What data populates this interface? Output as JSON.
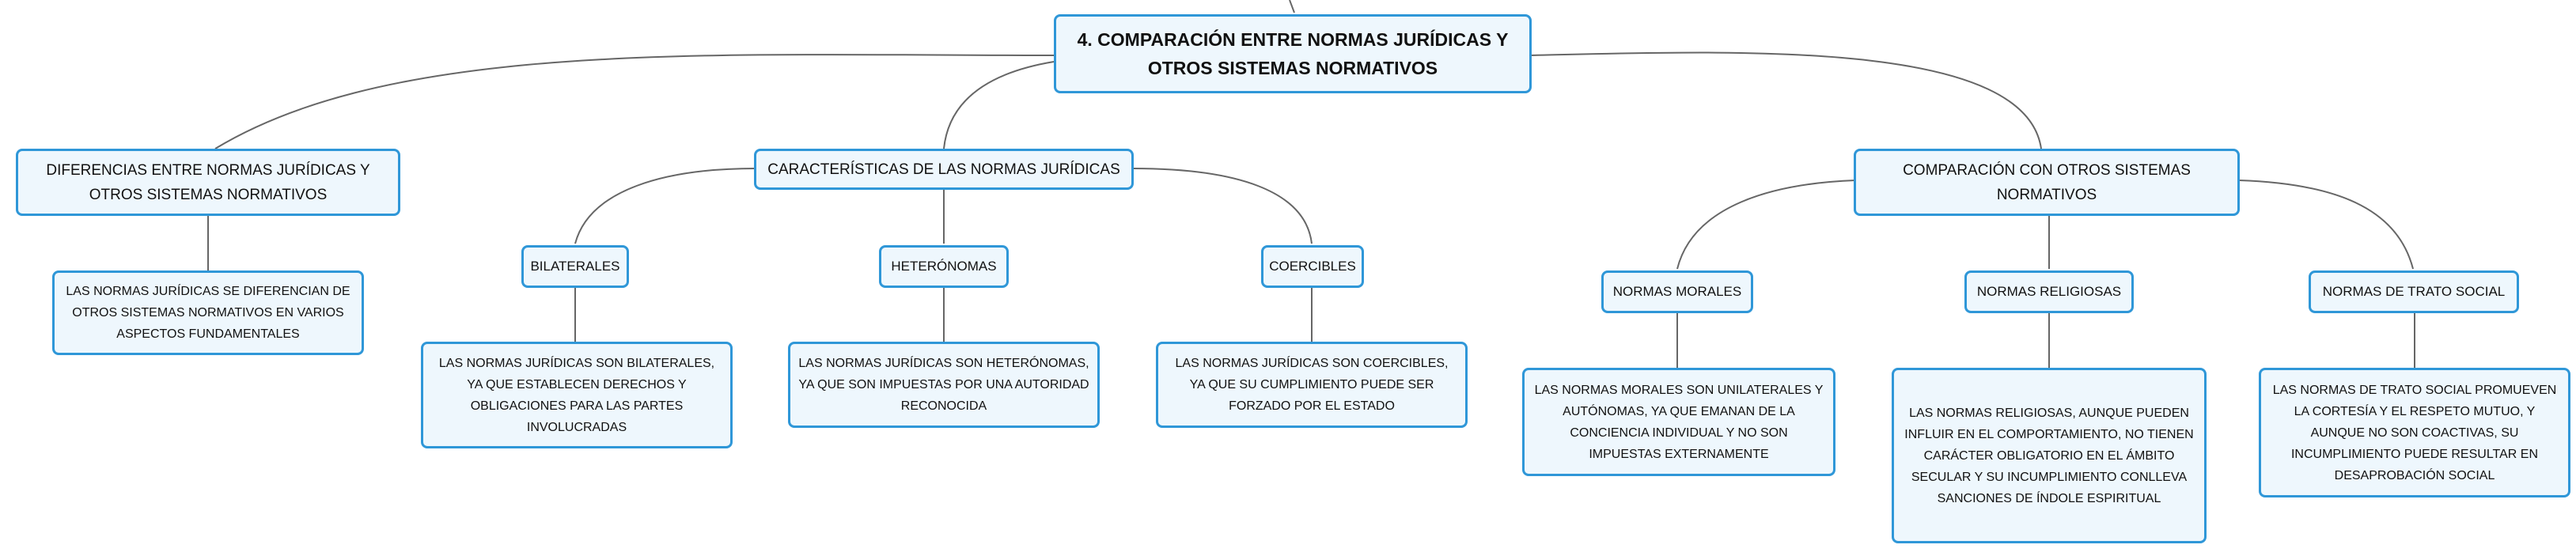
{
  "colors": {
    "node_border": "#2f97d8",
    "node_fill": "#eef7fd",
    "connector": "#666666"
  },
  "root": {
    "label": "4. COMPARACIÓN ENTRE NORMAS JURÍDICAS Y OTROS SISTEMAS NORMATIVOS"
  },
  "branches": {
    "diferencias": {
      "label": "DIFERENCIAS ENTRE NORMAS JURÍDICAS Y OTROS SISTEMAS NORMATIVOS",
      "detail": "LAS NORMAS JURÍDICAS SE DIFERENCIAN DE OTROS SISTEMAS NORMATIVOS EN VARIOS ASPECTOS FUNDAMENTALES"
    },
    "caracteristicas": {
      "label": "CARACTERÍSTICAS DE LAS NORMAS JURÍDICAS",
      "bilaterales": {
        "label": "BILATERALES",
        "detail": "LAS NORMAS JURÍDICAS SON BILATERALES, YA QUE ESTABLECEN DERECHOS Y OBLIGACIONES PARA LAS PARTES INVOLUCRADAS"
      },
      "heteronomas": {
        "label": "HETERÓNOMAS",
        "detail": "LAS NORMAS JURÍDICAS SON HETERÓNOMAS, YA QUE SON IMPUESTAS POR UNA AUTORIDAD RECONOCIDA"
      },
      "coercibles": {
        "label": "COERCIBLES",
        "detail": "LAS NORMAS JURÍDICAS SON COERCIBLES, YA QUE SU CUMPLIMIENTO PUEDE SER FORZADO POR EL ESTADO"
      }
    },
    "comparacion": {
      "label": "COMPARACIÓN CON OTROS SISTEMAS NORMATIVOS",
      "morales": {
        "label": "NORMAS MORALES",
        "detail": "LAS NORMAS MORALES SON UNILATERALES Y AUTÓNOMAS, YA QUE EMANAN DE LA CONCIENCIA INDIVIDUAL Y NO SON IMPUESTAS EXTERNAMENTE"
      },
      "religiosas": {
        "label": "NORMAS RELIGIOSAS",
        "detail": "LAS NORMAS RELIGIOSAS, AUNQUE PUEDEN INFLUIR EN EL COMPORTAMIENTO, NO TIENEN CARÁCTER OBLIGATORIO EN EL ÁMBITO SECULAR Y SU INCUMPLIMIENTO CONLLEVA SANCIONES DE ÍNDOLE ESPIRITUAL"
      },
      "trato_social": {
        "label": "NORMAS DE TRATO SOCIAL",
        "detail": "LAS NORMAS DE TRATO SOCIAL PROMUEVEN LA CORTESÍA Y EL RESPETO MUTUO, Y AUNQUE NO SON COACTIVAS, SU INCUMPLIMIENTO PUEDE RESULTAR EN DESAPROBACIÓN SOCIAL"
      }
    }
  }
}
